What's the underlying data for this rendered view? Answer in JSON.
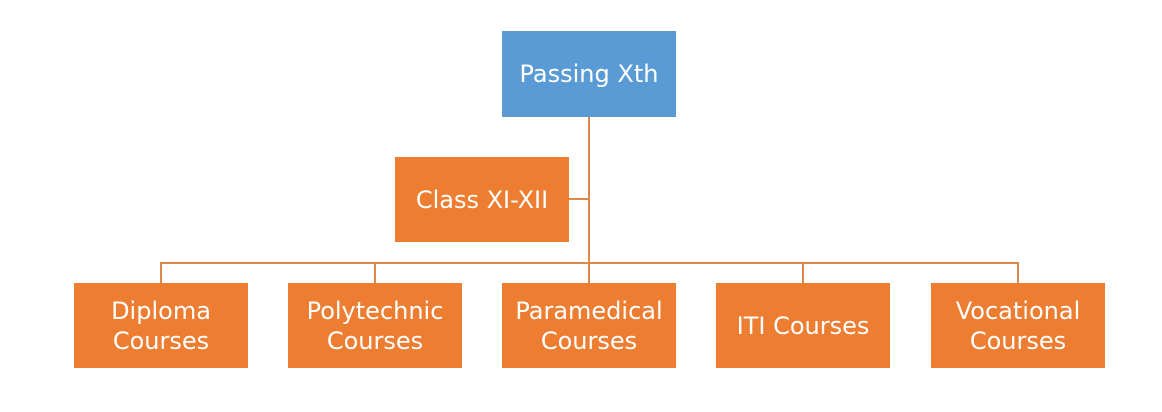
{
  "root": {
    "label": "Passing Xth"
  },
  "intermediate": {
    "label": "Class XI-XII"
  },
  "children": [
    {
      "label": "Diploma Courses"
    },
    {
      "label": "Polytechnic Courses"
    },
    {
      "label": "Paramedical Courses"
    },
    {
      "label": "ITI Courses"
    },
    {
      "label": "Vocational Courses"
    }
  ],
  "colors": {
    "root": "#5b9bd5",
    "node": "#ed7d31",
    "connector": "#e0884a"
  }
}
